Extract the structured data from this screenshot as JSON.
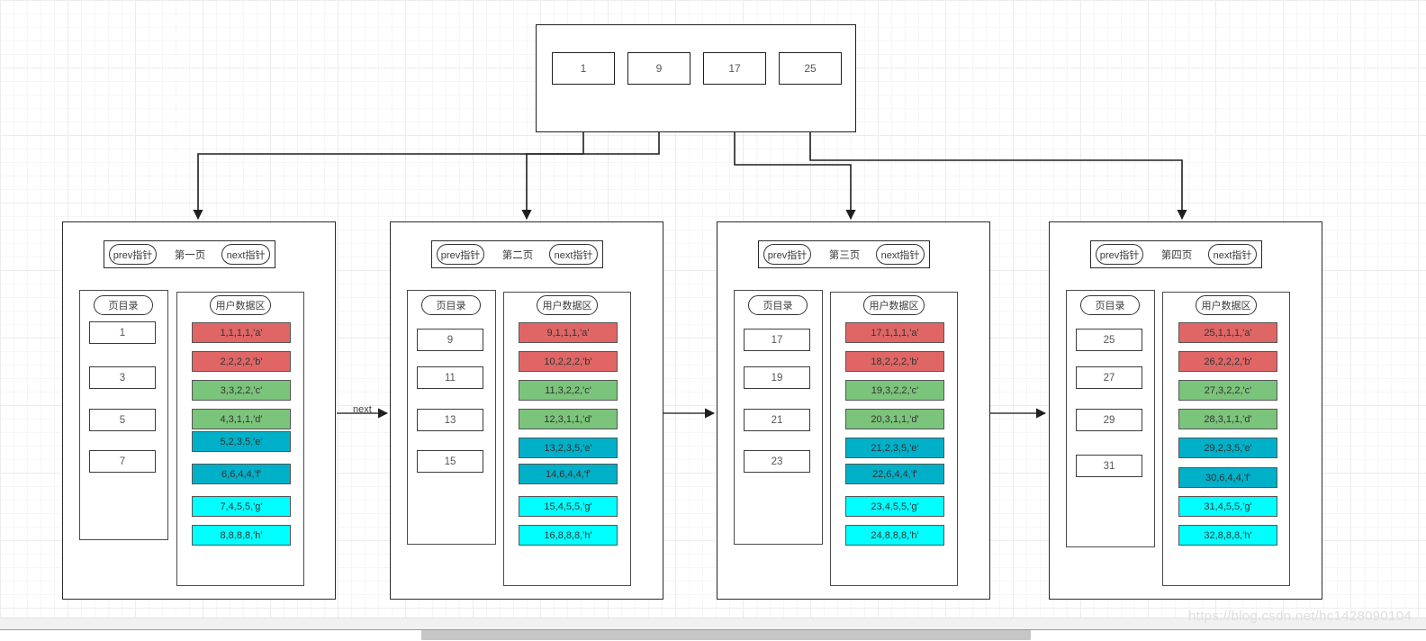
{
  "diagram": {
    "title": "B+Tree leaf page chain",
    "watermark": "https://blog.csdn.net/hc1428090104",
    "colors": {
      "record_red": "#e06666",
      "record_green": "#7bc47b",
      "record_teal": "#00b0c8",
      "record_cyan": "#00ffff",
      "stroke": "#1f1f1f",
      "grid_minor": "#f6f6f6",
      "grid_major": "#ececec"
    }
  },
  "root": {
    "name": "root-node",
    "cells": [
      {
        "label": "1"
      },
      {
        "label": "9"
      },
      {
        "label": "17"
      },
      {
        "label": "25"
      }
    ]
  },
  "edges": {
    "next_label": "next"
  },
  "labels": {
    "prev_pointer": "prev指针",
    "next_pointer": "next指针",
    "page_directory": "页目录",
    "user_data_area": "用户数据区"
  },
  "pages": [
    {
      "title": "第一页",
      "prev": "prev指针",
      "next": "next指针",
      "directory_title": "页目录",
      "data_title": "用户数据区",
      "slots": [
        "1",
        "3",
        "5",
        "7"
      ],
      "records": [
        {
          "text": "1,1,1,1,'a'",
          "color": "#e06666"
        },
        {
          "text": "2,2,2,2,'b'",
          "color": "#e06666"
        },
        {
          "text": "3,3,2,2,'c'",
          "color": "#7bc47b"
        },
        {
          "text": "4,3,1,1,'d'",
          "color": "#7bc47b"
        },
        {
          "text": "5,2,3,5,'e'",
          "color": "#00b0c8"
        },
        {
          "text": "6,6,4,4,'f'",
          "color": "#00b0c8"
        },
        {
          "text": "7,4,5,5,'g'",
          "color": "#00ffff"
        },
        {
          "text": "8,8,8,8,'h'",
          "color": "#00ffff"
        }
      ]
    },
    {
      "title": "第二页",
      "prev": "prev指针",
      "next": "next指针",
      "directory_title": "页目录",
      "data_title": "用户数据区",
      "slots": [
        "9",
        "11",
        "13",
        "15"
      ],
      "records": [
        {
          "text": "9,1,1,1,'a'",
          "color": "#e06666"
        },
        {
          "text": "10,2,2,2,'b'",
          "color": "#e06666"
        },
        {
          "text": "11,3,2,2,'c'",
          "color": "#7bc47b"
        },
        {
          "text": "12,3,1,1,'d'",
          "color": "#7bc47b"
        },
        {
          "text": "13,2,3,5,'e'",
          "color": "#00b0c8"
        },
        {
          "text": "14,6,4,4,'f'",
          "color": "#00b0c8"
        },
        {
          "text": "15,4,5,5,'g'",
          "color": "#00ffff"
        },
        {
          "text": "16,8,8,8,'h'",
          "color": "#00ffff"
        }
      ]
    },
    {
      "title": "第三页",
      "prev": "prev指针",
      "next": "next指针",
      "directory_title": "页目录",
      "data_title": "用户数据区",
      "slots": [
        "17",
        "19",
        "21",
        "23"
      ],
      "records": [
        {
          "text": "17,1,1,1,'a'",
          "color": "#e06666"
        },
        {
          "text": "18,2,2,2,'b'",
          "color": "#e06666"
        },
        {
          "text": "19,3,2,2,'c'",
          "color": "#7bc47b"
        },
        {
          "text": "20,3,1,1,'d'",
          "color": "#7bc47b"
        },
        {
          "text": "21,2,3,5,'e'",
          "color": "#00b0c8"
        },
        {
          "text": "22,6,4,4,'f'",
          "color": "#00b0c8"
        },
        {
          "text": "23,4,5,5,'g'",
          "color": "#00ffff"
        },
        {
          "text": "24,8,8,8,'h'",
          "color": "#00ffff"
        }
      ]
    },
    {
      "title": "第四页",
      "prev": "prev指针",
      "next": "next指针",
      "directory_title": "页目录",
      "data_title": "用户数据区",
      "slots": [
        "25",
        "27",
        "29",
        "31"
      ],
      "records": [
        {
          "text": "25,1,1,1,'a'",
          "color": "#e06666"
        },
        {
          "text": "26,2,2,2,'b'",
          "color": "#e06666"
        },
        {
          "text": "27,3,2,2,'c'",
          "color": "#7bc47b"
        },
        {
          "text": "28,3,1,1,'d'",
          "color": "#7bc47b"
        },
        {
          "text": "29,2,3,5,'e'",
          "color": "#00b0c8"
        },
        {
          "text": "30,6,4,4,'f'",
          "color": "#00b0c8"
        },
        {
          "text": "31,4,5,5,'g'",
          "color": "#00ffff"
        },
        {
          "text": "32,8,8,8,'h'",
          "color": "#00ffff"
        }
      ]
    }
  ]
}
